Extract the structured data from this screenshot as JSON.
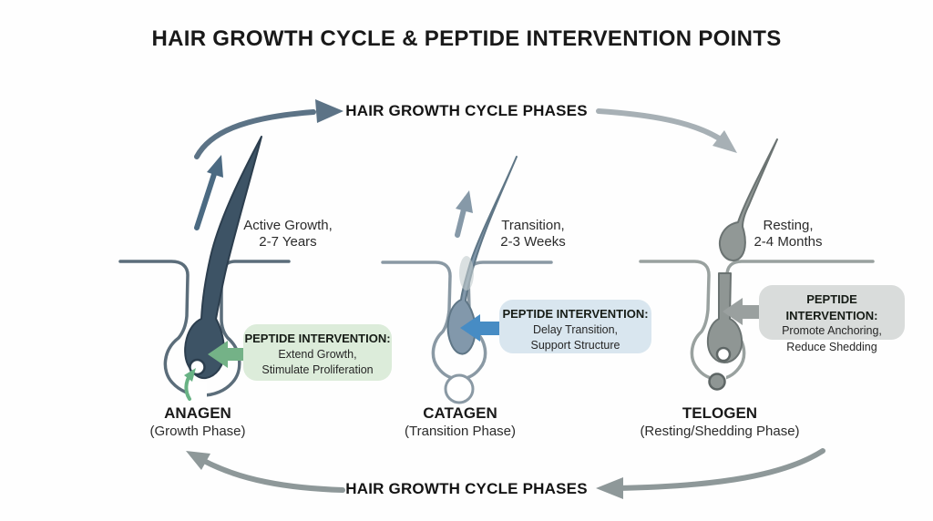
{
  "title": "HAIR GROWTH CYCLE & PEPTIDE INTERVENTION POINTS",
  "cycle": {
    "top_label": "HAIR GROWTH CYCLE PHASES",
    "bottom_label": "HAIR GROWTH CYCLE PHASES",
    "arrow_colors": {
      "top_left": "#5c7386",
      "top_right": "#a7b0b5",
      "bottom": "#8e9899"
    }
  },
  "phases": [
    {
      "name": "ANAGEN",
      "subtitle": "(Growth Phase)",
      "duration_line1": "Active Growth,",
      "duration_line2": "2-7 Years",
      "intervention": {
        "heading": "PEPTIDE INTERVENTION:",
        "line1": "Extend Growth,",
        "line2": "Stimulate Proliferation"
      },
      "colors": {
        "hair": "#3d5365",
        "wall": "#5b6d7a",
        "box_bg": "#dcecda",
        "arrow": "#74b287"
      }
    },
    {
      "name": "CATAGEN",
      "subtitle": "(Transition Phase)",
      "duration_line1": "Transition,",
      "duration_line2": "2-3 Weeks",
      "intervention": {
        "heading": "PEPTIDE INTERVENTION:",
        "line1": "Delay Transition,",
        "line2": "Support Structure"
      },
      "colors": {
        "hair": "#8298ab",
        "wall": "#8a99a4",
        "box_bg": "#d9e6ef",
        "arrow": "#478cc4"
      }
    },
    {
      "name": "TELOGEN",
      "subtitle": "(Resting/Shedding Phase)",
      "duration_line1": "Resting,",
      "duration_line2": "2-4 Months",
      "intervention": {
        "heading": "PEPTIDE INTERVENTION:",
        "line1": "Promote Anchoring,",
        "line2": "Reduce Shedding"
      },
      "colors": {
        "hair": "#919896",
        "wall": "#99a19f",
        "box_bg": "#d9dcdb",
        "arrow": "#9aa09f"
      }
    }
  ]
}
